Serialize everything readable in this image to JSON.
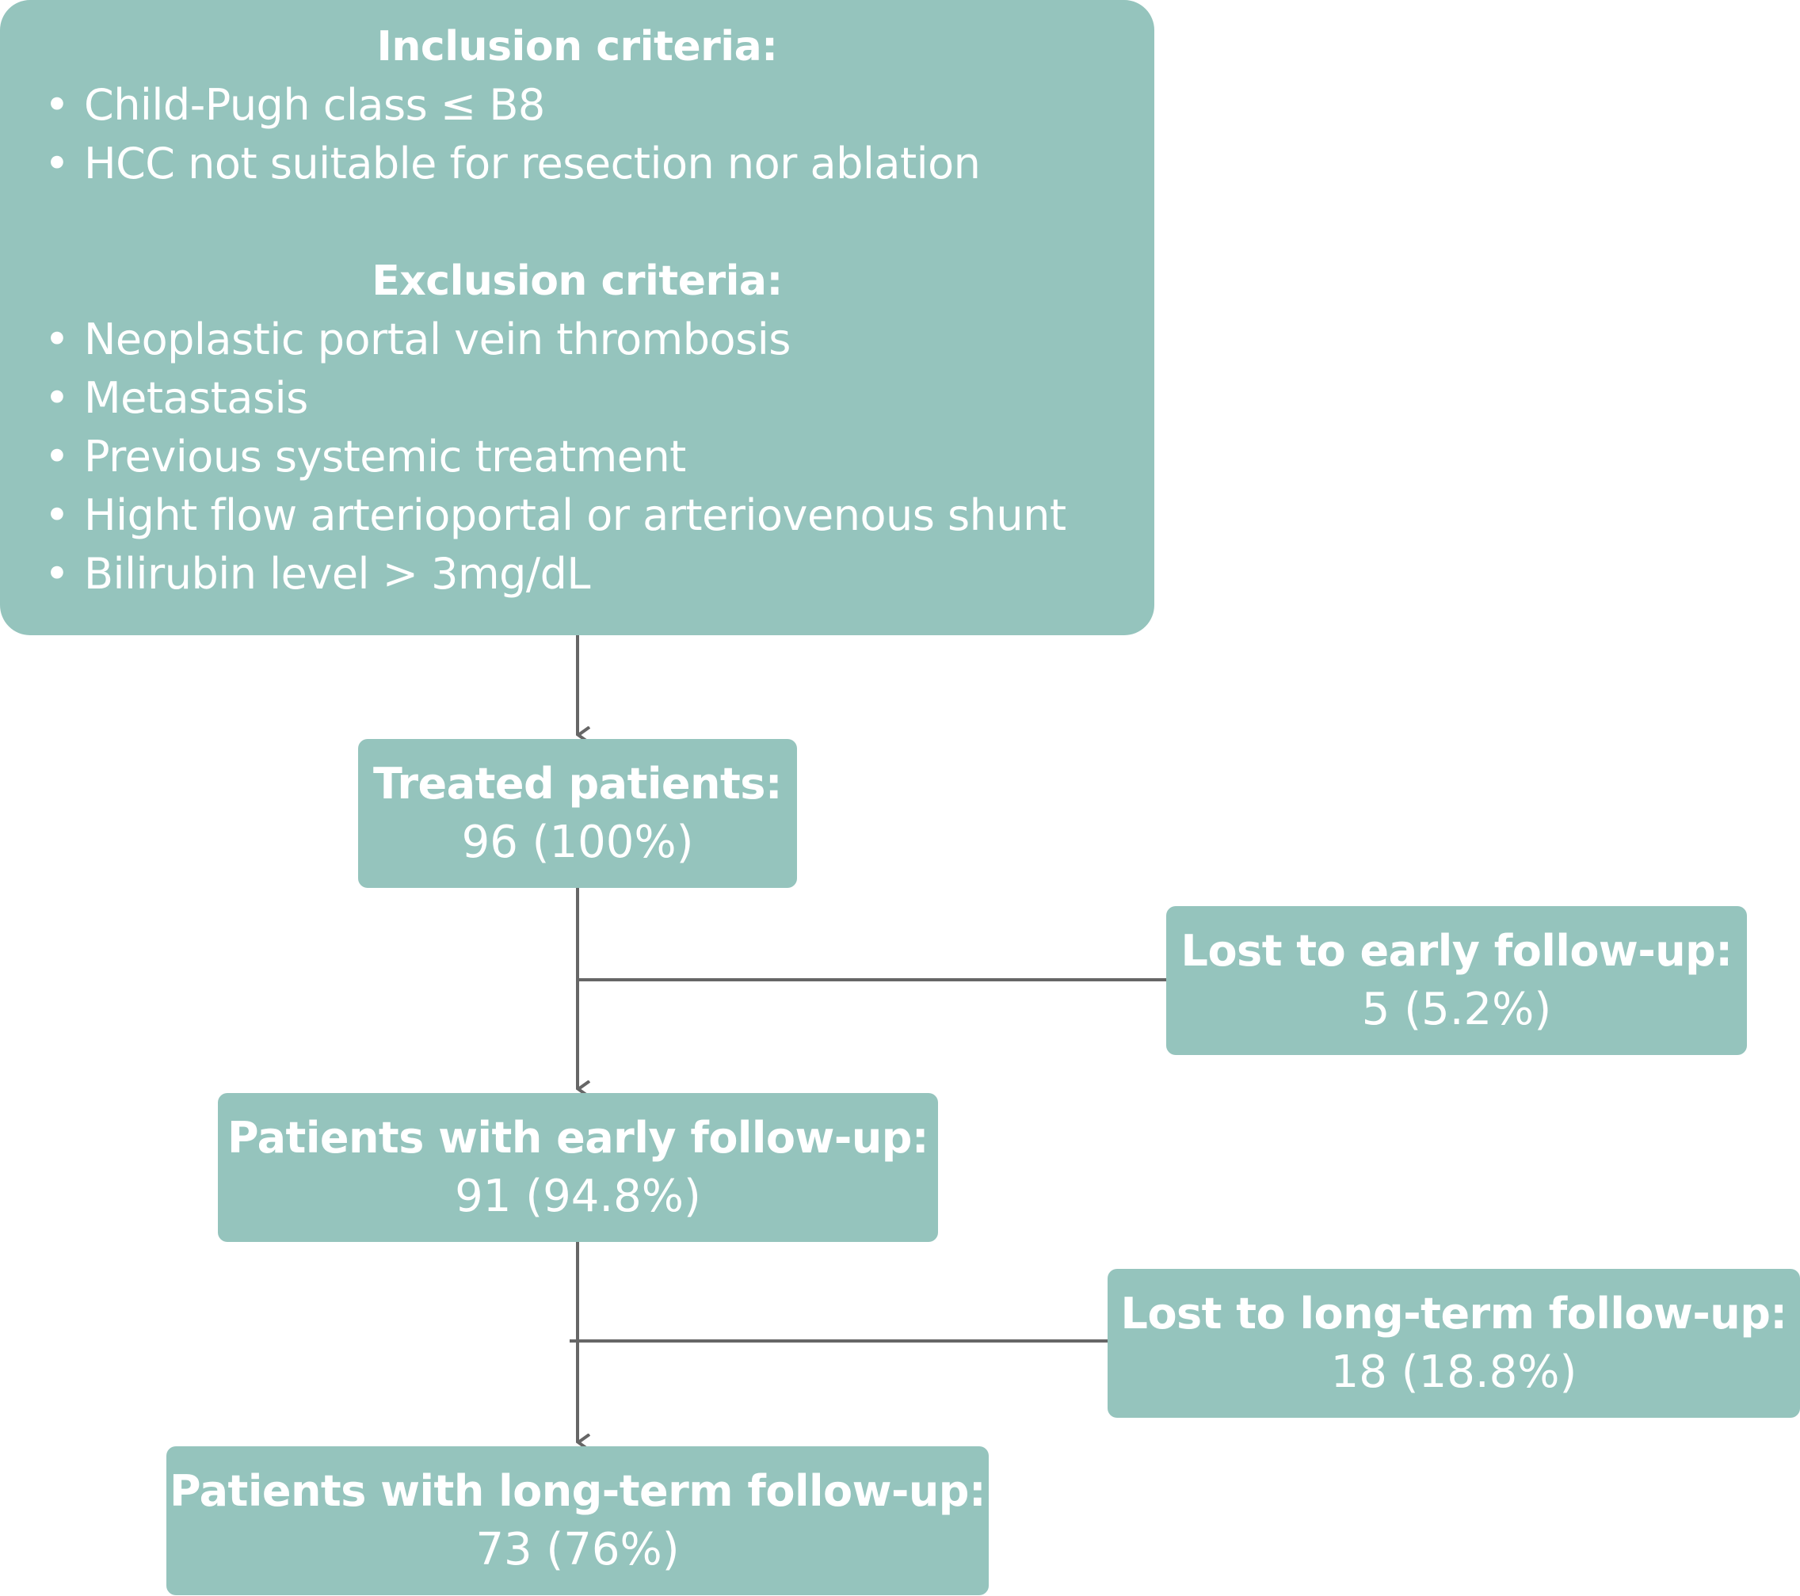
{
  "criteria": {
    "inclusion_title": "Inclusion criteria:",
    "inclusion_items": [
      "Child-Pugh class ≤ B8",
      "HCC not suitable for resection nor ablation"
    ],
    "exclusion_title": "Exclusion criteria:",
    "exclusion_items": [
      "Neoplastic portal vein thrombosis",
      "Metastasis",
      "Previous systemic treatment",
      "Hight flow arterioportal or arteriovenous shunt",
      "Bilirubin level > 3mg/dL"
    ]
  },
  "nodes": {
    "treated": {
      "title": "Treated patients:",
      "value": "96 (100%)"
    },
    "lost_early": {
      "title": "Lost to early follow-up:",
      "value": "5 (5.2%)"
    },
    "early": {
      "title": "Patients with early follow-up:",
      "value": "91 (94.8%)"
    },
    "lost_long": {
      "title": "Lost to long-term follow-up:",
      "value": "18 (18.8%)"
    },
    "long": {
      "title": "Patients with long-term follow-up:",
      "value": "73 (76%)"
    }
  },
  "colors": {
    "box_fill": "#95c4bd",
    "box_text": "#ffffff",
    "connector": "#666666"
  }
}
